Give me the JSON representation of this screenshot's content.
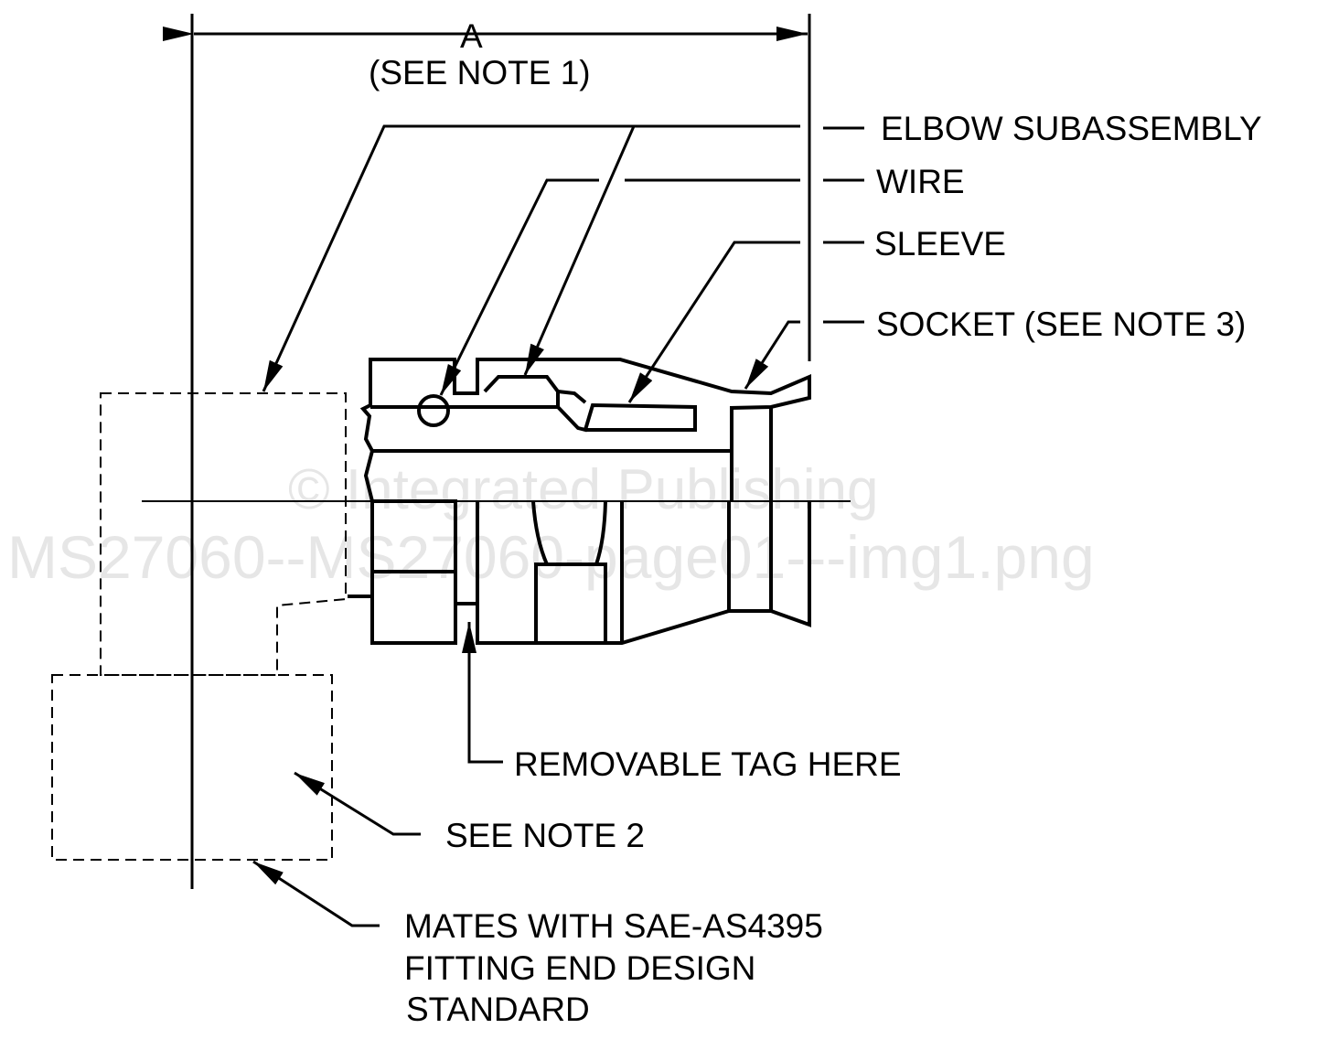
{
  "dimension": {
    "label": "A",
    "note": "(SEE NOTE 1)"
  },
  "callouts": {
    "elbow": "ELBOW SUBASSEMBLY",
    "wire": "WIRE",
    "sleeve": "SLEEVE",
    "socket": "SOCKET (SEE NOTE 3)",
    "tag": "REMOVABLE TAG HERE",
    "note2": "SEE NOTE 2",
    "mates_line1": "MATES WITH SAE-AS4395",
    "mates_line2": "FITTING END DESIGN",
    "mates_line3": "STANDARD"
  },
  "watermark": {
    "line1": "© Integrated Publishing",
    "line2": "MS27060--MS27060-page01---img1.png"
  }
}
